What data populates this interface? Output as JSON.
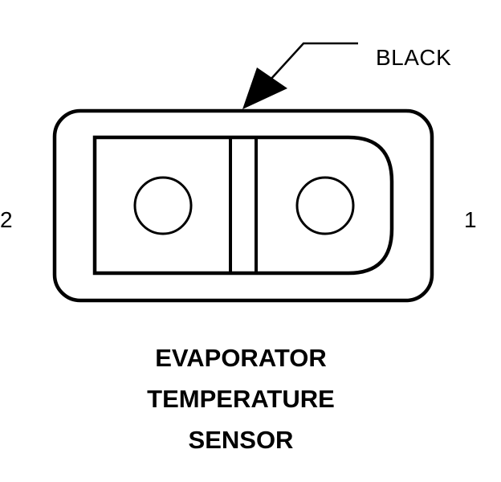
{
  "connector": {
    "callout_label": "BLACK",
    "pin_left_label": "2",
    "pin_right_label": "1"
  },
  "title": {
    "line1": "EVAPORATOR",
    "line2": "TEMPERATURE",
    "line3": "SENSOR"
  }
}
